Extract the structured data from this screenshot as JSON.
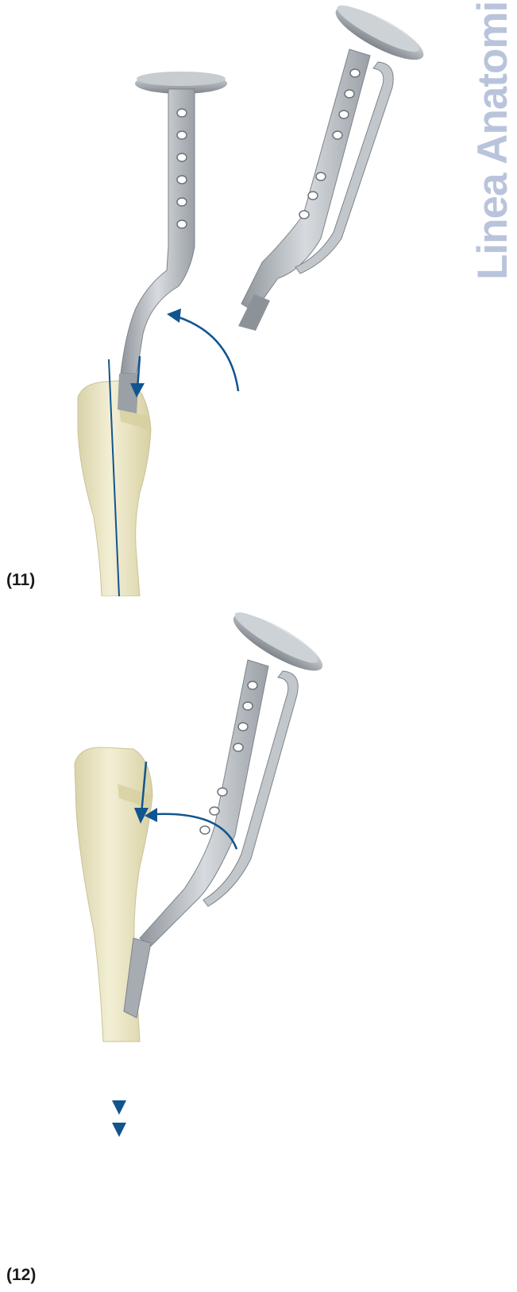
{
  "document": {
    "side_title": "Linea Anatomic",
    "figures": [
      {
        "label": "(11)"
      },
      {
        "label": "(12)"
      }
    ]
  },
  "colors": {
    "arrow": "#11558f",
    "bone": "#e9e4c2",
    "metal": "#b3b8bd",
    "side_title": "#b9c4dc"
  }
}
